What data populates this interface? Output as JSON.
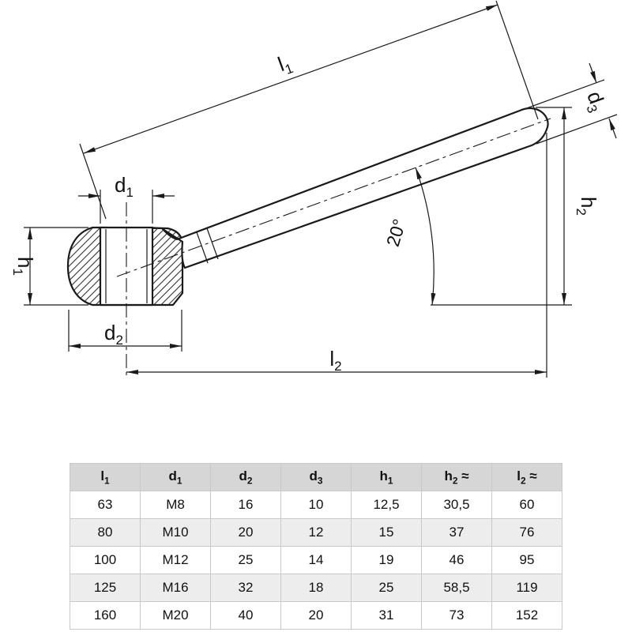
{
  "drawing": {
    "angle": "20°",
    "labels": {
      "l1": {
        "base": "l",
        "sub": "1"
      },
      "d1": {
        "base": "d",
        "sub": "1"
      },
      "d2": {
        "base": "d",
        "sub": "2"
      },
      "d3": {
        "base": "d",
        "sub": "3"
      },
      "h1": {
        "base": "h",
        "sub": "1"
      },
      "h2": {
        "base": "h",
        "sub": "2"
      },
      "l2": {
        "base": "l",
        "sub": "2"
      }
    }
  },
  "table": {
    "headers": [
      {
        "base": "l",
        "sub": "1",
        "suffix": ""
      },
      {
        "base": "d",
        "sub": "1",
        "suffix": ""
      },
      {
        "base": "d",
        "sub": "2",
        "suffix": ""
      },
      {
        "base": "d",
        "sub": "3",
        "suffix": ""
      },
      {
        "base": "h",
        "sub": "1",
        "suffix": ""
      },
      {
        "base": "h",
        "sub": "2",
        "suffix": " ≈"
      },
      {
        "base": "l",
        "sub": "2",
        "suffix": " ≈"
      }
    ],
    "rows": [
      [
        "63",
        "M8",
        "16",
        "10",
        "12,5",
        "30,5",
        "60"
      ],
      [
        "80",
        "M10",
        "20",
        "12",
        "15",
        "37",
        "76"
      ],
      [
        "100",
        "M12",
        "25",
        "14",
        "19",
        "46",
        "95"
      ],
      [
        "125",
        "M16",
        "32",
        "18",
        "25",
        "58,5",
        "119"
      ],
      [
        "160",
        "M20",
        "40",
        "20",
        "31",
        "73",
        "152"
      ]
    ]
  },
  "colors": {
    "line": "#1a1a1a",
    "table_header_bg": "#d6d6d6",
    "table_row_alt_bg": "#ededed"
  }
}
